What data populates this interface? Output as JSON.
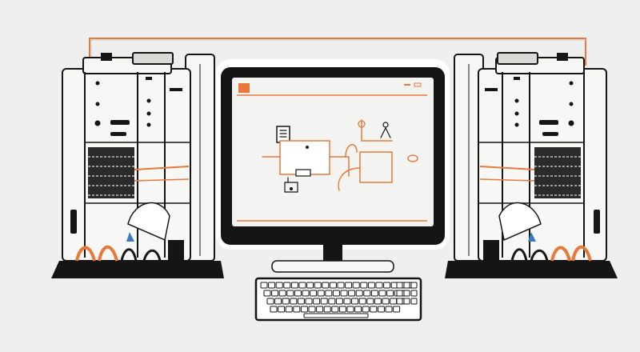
{
  "palette": {
    "background": "#efefef",
    "accent": "#e8793a",
    "ink": "#151515",
    "panel": "#f7f7f5",
    "shadow": "#d9d9d6",
    "screen": "#f3f3f2"
  },
  "scene": {
    "objects": [
      "left-server-rack",
      "right-server-rack",
      "monitor",
      "keyboard",
      "network-cable"
    ],
    "screen_content": "flow-diagram-sketch"
  }
}
